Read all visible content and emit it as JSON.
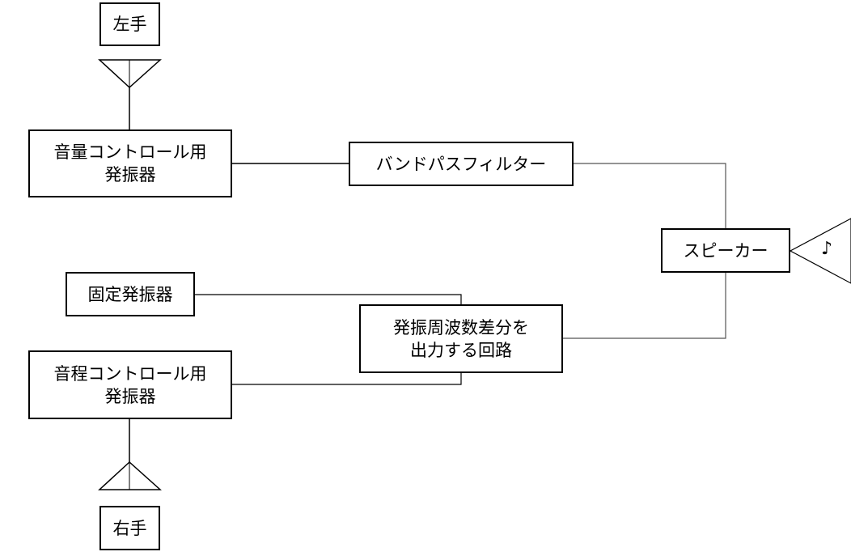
{
  "diagram": {
    "nodes": {
      "hand_left": "左手",
      "volume_oscillator": [
        "音量コントロール用",
        "発振器"
      ],
      "band_pass_filter": "バンドパスフィルター",
      "speaker": "スピーカー",
      "fixed_oscillator": "固定発振器",
      "difference_circuit": [
        "発振周波数差分を",
        "出力する回路"
      ],
      "pitch_oscillator": [
        "音程コントロール用",
        "発振器"
      ],
      "hand_right": "右手"
    },
    "sound_symbol": "♪",
    "connections": [
      [
        "hand_left",
        "volume_oscillator"
      ],
      [
        "volume_oscillator",
        "band_pass_filter"
      ],
      [
        "band_pass_filter",
        "speaker"
      ],
      [
        "fixed_oscillator",
        "difference_circuit"
      ],
      [
        "pitch_oscillator",
        "difference_circuit"
      ],
      [
        "difference_circuit",
        "speaker"
      ],
      [
        "hand_right",
        "pitch_oscillator"
      ]
    ],
    "colors": {
      "stroke": "#000000",
      "wire": "#555555",
      "background": "#ffffff"
    }
  }
}
